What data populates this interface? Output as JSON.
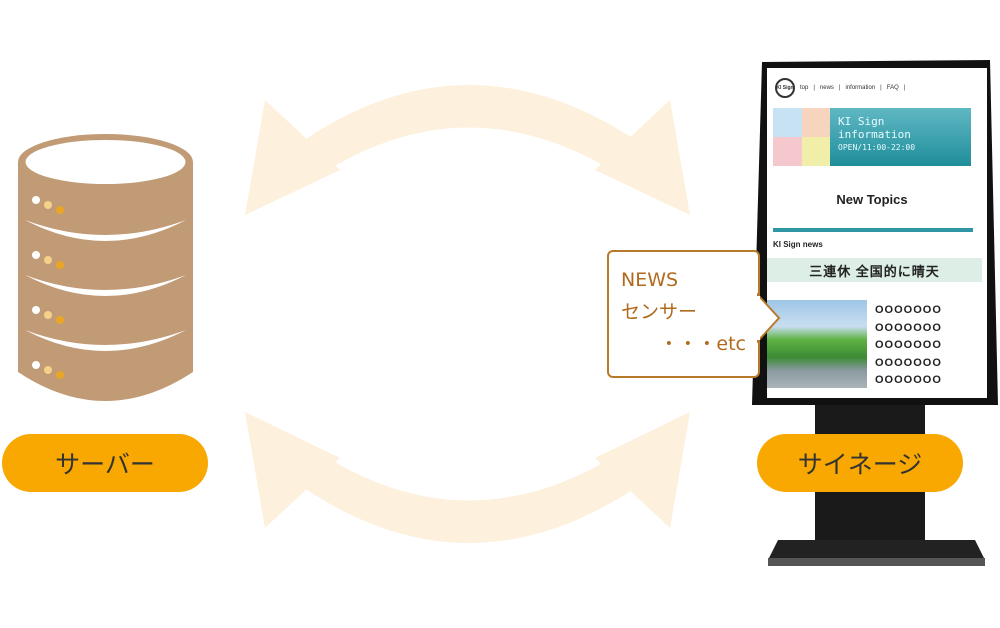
{
  "server": {
    "label": "サーバー"
  },
  "signage": {
    "label": "サイネージ",
    "screen": {
      "logo": "KI Sign",
      "nav": [
        "top",
        "news",
        "information",
        "FAQ"
      ],
      "banner_title_1": "KI Sign",
      "banner_title_2": "information",
      "banner_hours": "OPEN/11:00-22:00",
      "topics_heading": "New Topics",
      "news_label": "KI Sign news",
      "headline": "三連休 全国的に晴天",
      "list_items": [
        "OOOOOOO",
        "OOOOOOO",
        "OOOOOOO",
        "OOOOOOO",
        "OOOOOOO"
      ]
    }
  },
  "callout": {
    "line1": "NEWS",
    "line2": "センサー",
    "line3": "・・・etc"
  },
  "colors": {
    "arrow": "#fdf0dc",
    "server": "#c19b75",
    "pill": "#f8a800",
    "callout_border": "#b87a2a"
  }
}
